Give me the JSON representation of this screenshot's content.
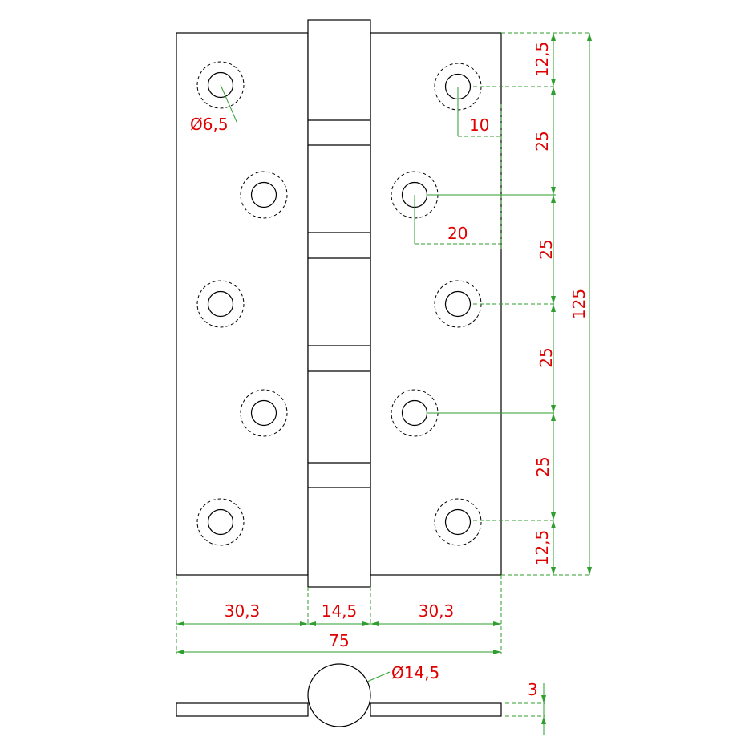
{
  "colors": {
    "outline": "#000000",
    "dimension_line": "#2e9e2e",
    "dimension_text": "#e00000",
    "background": "#ffffff"
  },
  "dimensions": {
    "hole_diameter": "Ø6,5",
    "edge_x_small": "10",
    "edge_x_large": "20",
    "v_top": "12,5",
    "v_25_a": "25",
    "v_25_b": "25",
    "v_25_c": "25",
    "v_25_d": "25",
    "v_bottom": "12,5",
    "height_total": "125",
    "leaf_left_width": "30,3",
    "knuckle_width": "14,5",
    "leaf_right_width": "30,3",
    "width_total": "75",
    "knuckle_diameter": "Ø14,5",
    "leaf_thickness": "3"
  }
}
